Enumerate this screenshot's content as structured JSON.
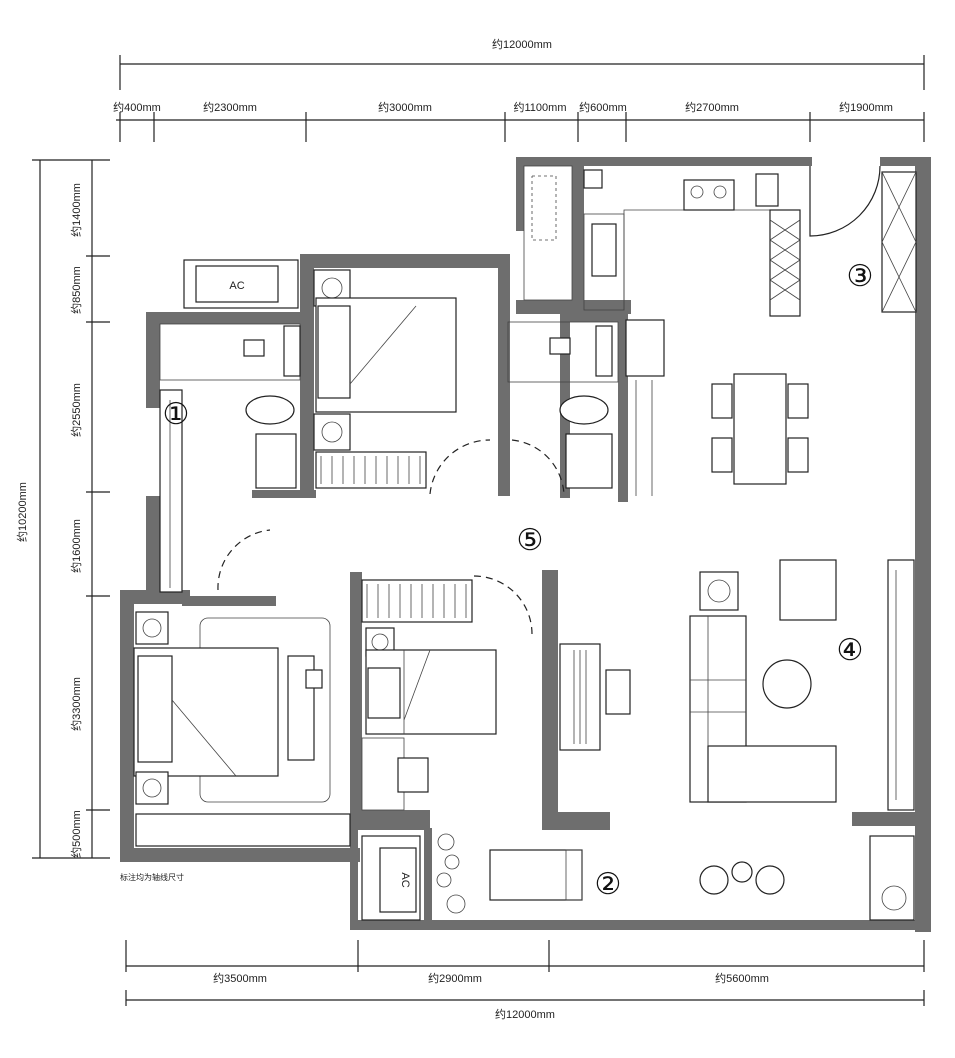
{
  "dimensions": {
    "top_total": "约12000mm",
    "top_segments": [
      "约400mm",
      "约2300mm",
      "约3000mm",
      "约1100mm",
      "约600mm",
      "约2700mm",
      "约1900mm"
    ],
    "left_total": "约10200mm",
    "left_segments": [
      "约1400mm",
      "约850mm",
      "约2550mm",
      "约1600mm",
      "约3300mm",
      "约500mm"
    ],
    "bottom_segments": [
      "约3500mm",
      "约2900mm",
      "约5600mm"
    ],
    "bottom_total": "约12000mm"
  },
  "note": "标注均为轴线尺寸",
  "room_numbers": [
    "①",
    "②",
    "③",
    "④",
    "⑤"
  ],
  "ac_labels": [
    "AC",
    "AC"
  ]
}
